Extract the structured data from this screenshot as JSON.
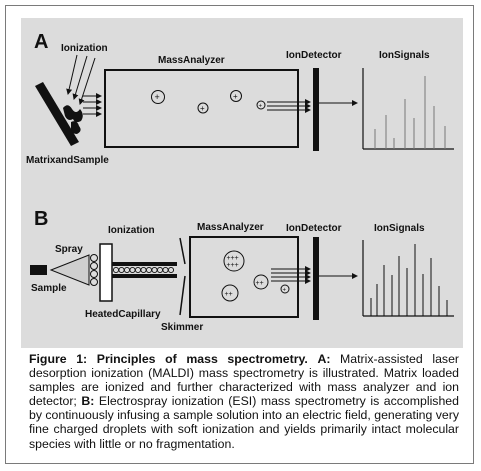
{
  "figure": {
    "panel_a": {
      "letter": "A",
      "ionization_label": "Ionization",
      "mass_analyzer_label": "MassAnalyzer",
      "ion_detector_label": "IonDetector",
      "ion_signals_label": "IonSignals",
      "matrix_sample_label": "MatrixandSample",
      "ion_symbol": "+"
    },
    "panel_b": {
      "letter": "B",
      "ionization_label": "Ionization",
      "spray_label": "Spray",
      "sample_label": "Sample",
      "mass_analyzer_label": "MassAnalyzer",
      "ion_detector_label": "IonDetector",
      "ion_signals_label": "IonSignals",
      "heated_capillary_label": "HeatedCapillary",
      "skimmer_label": "Skimmer",
      "ion_symbol": "+",
      "ion_pair_symbol": "++",
      "ion_quad_symbol": "+++"
    },
    "caption": {
      "title_a": "Figure 1: Principles of mass spectrometry.",
      "bold_a": "A:",
      "text_a": " Matrix-assisted laser desorption ionization (MALDI) mass spectrometry is illustrated. Matrix loaded samples are ionized and further characterized with mass analyzer and ion detector;",
      "bold_b": " B:",
      "text_b": " Electrospray ionization (ESI) mass spectrometry is accomplished by continuously infusing a sample solution into an electric field, generating very fine charged droplets with soft ionization and yields primarily intact molecular species with little or no fragmentation."
    },
    "colors": {
      "panel_background": "#dcdcdc",
      "ink": "#111111",
      "ion_signal_gray": "#777777"
    }
  }
}
